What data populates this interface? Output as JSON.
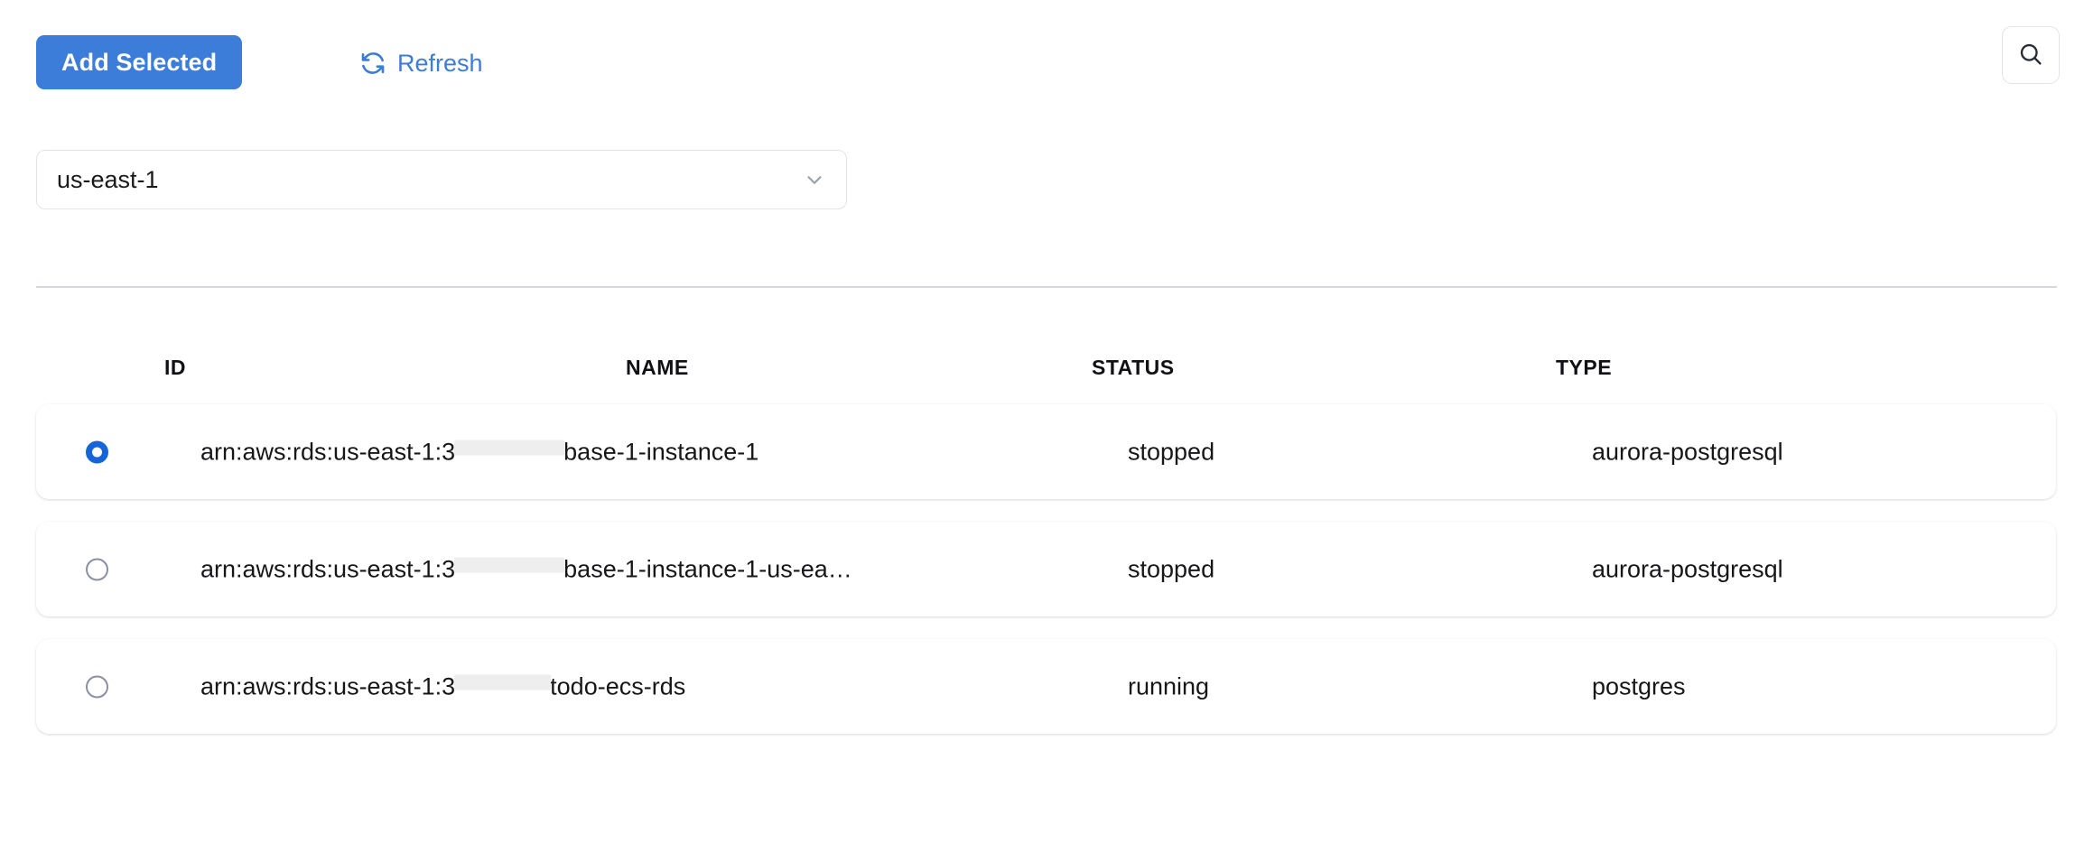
{
  "toolbar": {
    "add_selected_label": "Add Selected",
    "refresh_label": "Refresh",
    "refresh_icon": "refresh-icon",
    "search_icon": "search-icon",
    "primary_color": "#3b7dd8",
    "link_color": "#3b7dd8"
  },
  "region_filter": {
    "selected": "us-east-1",
    "chevron_icon": "chevron-down-icon"
  },
  "table": {
    "columns": [
      "ID",
      "NAME",
      "STATUS",
      "TYPE"
    ],
    "rows": [
      {
        "selected": true,
        "id_prefix": "arn:aws:rds:us-east-1:3",
        "id_redacted": "                ",
        "id_suffix": "base-1-instance-1",
        "name": "",
        "status": "stopped",
        "type": "aurora-postgresql"
      },
      {
        "selected": false,
        "id_prefix": "arn:aws:rds:us-east-1:3",
        "id_redacted": "                ",
        "id_suffix": "base-1-instance-1-us-ea…",
        "name": "",
        "status": "stopped",
        "type": "aurora-postgresql"
      },
      {
        "selected": false,
        "id_prefix": "arn:aws:rds:us-east-1:3",
        "id_redacted": "              ",
        "id_suffix": "todo-ecs-rds",
        "name": "",
        "status": "running",
        "type": "postgres"
      }
    ]
  }
}
